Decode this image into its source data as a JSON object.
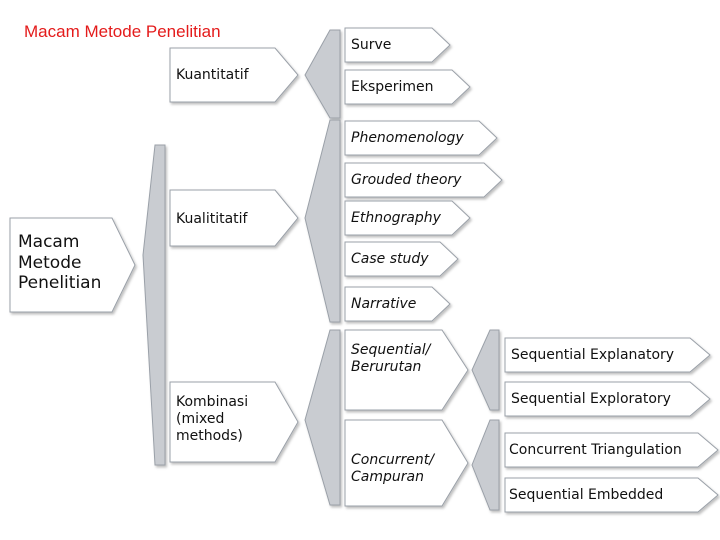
{
  "title": "Macam Metode Penelitian",
  "root": "Macam Metode Penelitian",
  "categories": [
    {
      "label": "Kuantitatif",
      "methods": [
        "Surve",
        "Eksperimen"
      ]
    },
    {
      "label": "Kualititatif",
      "methods": [
        "Phenomenology",
        "Grouded theory",
        "Ethnography",
        "Case study",
        "Narrative"
      ]
    },
    {
      "label": "Kombinasi (mixed methods)",
      "methods": [
        "Sequential/ Berurutan",
        "Concurrent/ Campuran"
      ]
    }
  ],
  "mixed_designs": {
    "sequential": [
      "Sequential Explanatory",
      "Sequential Exploratory"
    ],
    "concurrent": [
      "Concurrent Triangulation",
      "Sequential Embedded"
    ]
  },
  "colors": {
    "title": "#e41b1b",
    "box_fill": "#ffffff",
    "box_stroke": "#9aa0a8",
    "shaft_fill": "#c9ccd1"
  }
}
